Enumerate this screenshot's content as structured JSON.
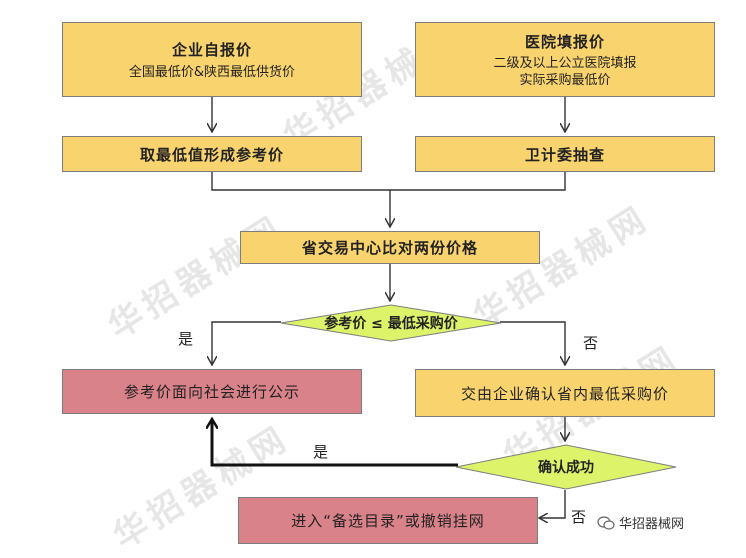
{
  "watermark": "华招器械网",
  "nodes": {
    "company_price": {
      "title": "企业自报价",
      "sub": "全国最低价&陕西最低供货价"
    },
    "hospital_price": {
      "title": "医院填报价",
      "sub1": "二级及以上公立医院填报",
      "sub2": "实际采购最低价"
    },
    "min_ref": {
      "title": "取最低值形成参考价"
    },
    "health_check": {
      "title": "卫计委抽查"
    },
    "compare": {
      "title": "省交易中心比对两份价格"
    },
    "decision1": {
      "title": "参考价 ≤ 最低采购价"
    },
    "publicize": {
      "title": "参考价面向社会进行公示"
    },
    "confirm_min": {
      "title": "交由企业确认省内最低采购价"
    },
    "decision2": {
      "title": "确认成功"
    },
    "backup": {
      "title": "进入“备选目录”或撤销挂网"
    }
  },
  "edge_labels": {
    "yes1": "是",
    "no1": "否",
    "yes2": "是",
    "no2": "否"
  },
  "brand": {
    "name": "华招器械网",
    "icon": "wechat-icon"
  },
  "colors": {
    "yellow": "#f9d46e",
    "pink": "#d9828a",
    "diamond": "#ddf36a"
  }
}
